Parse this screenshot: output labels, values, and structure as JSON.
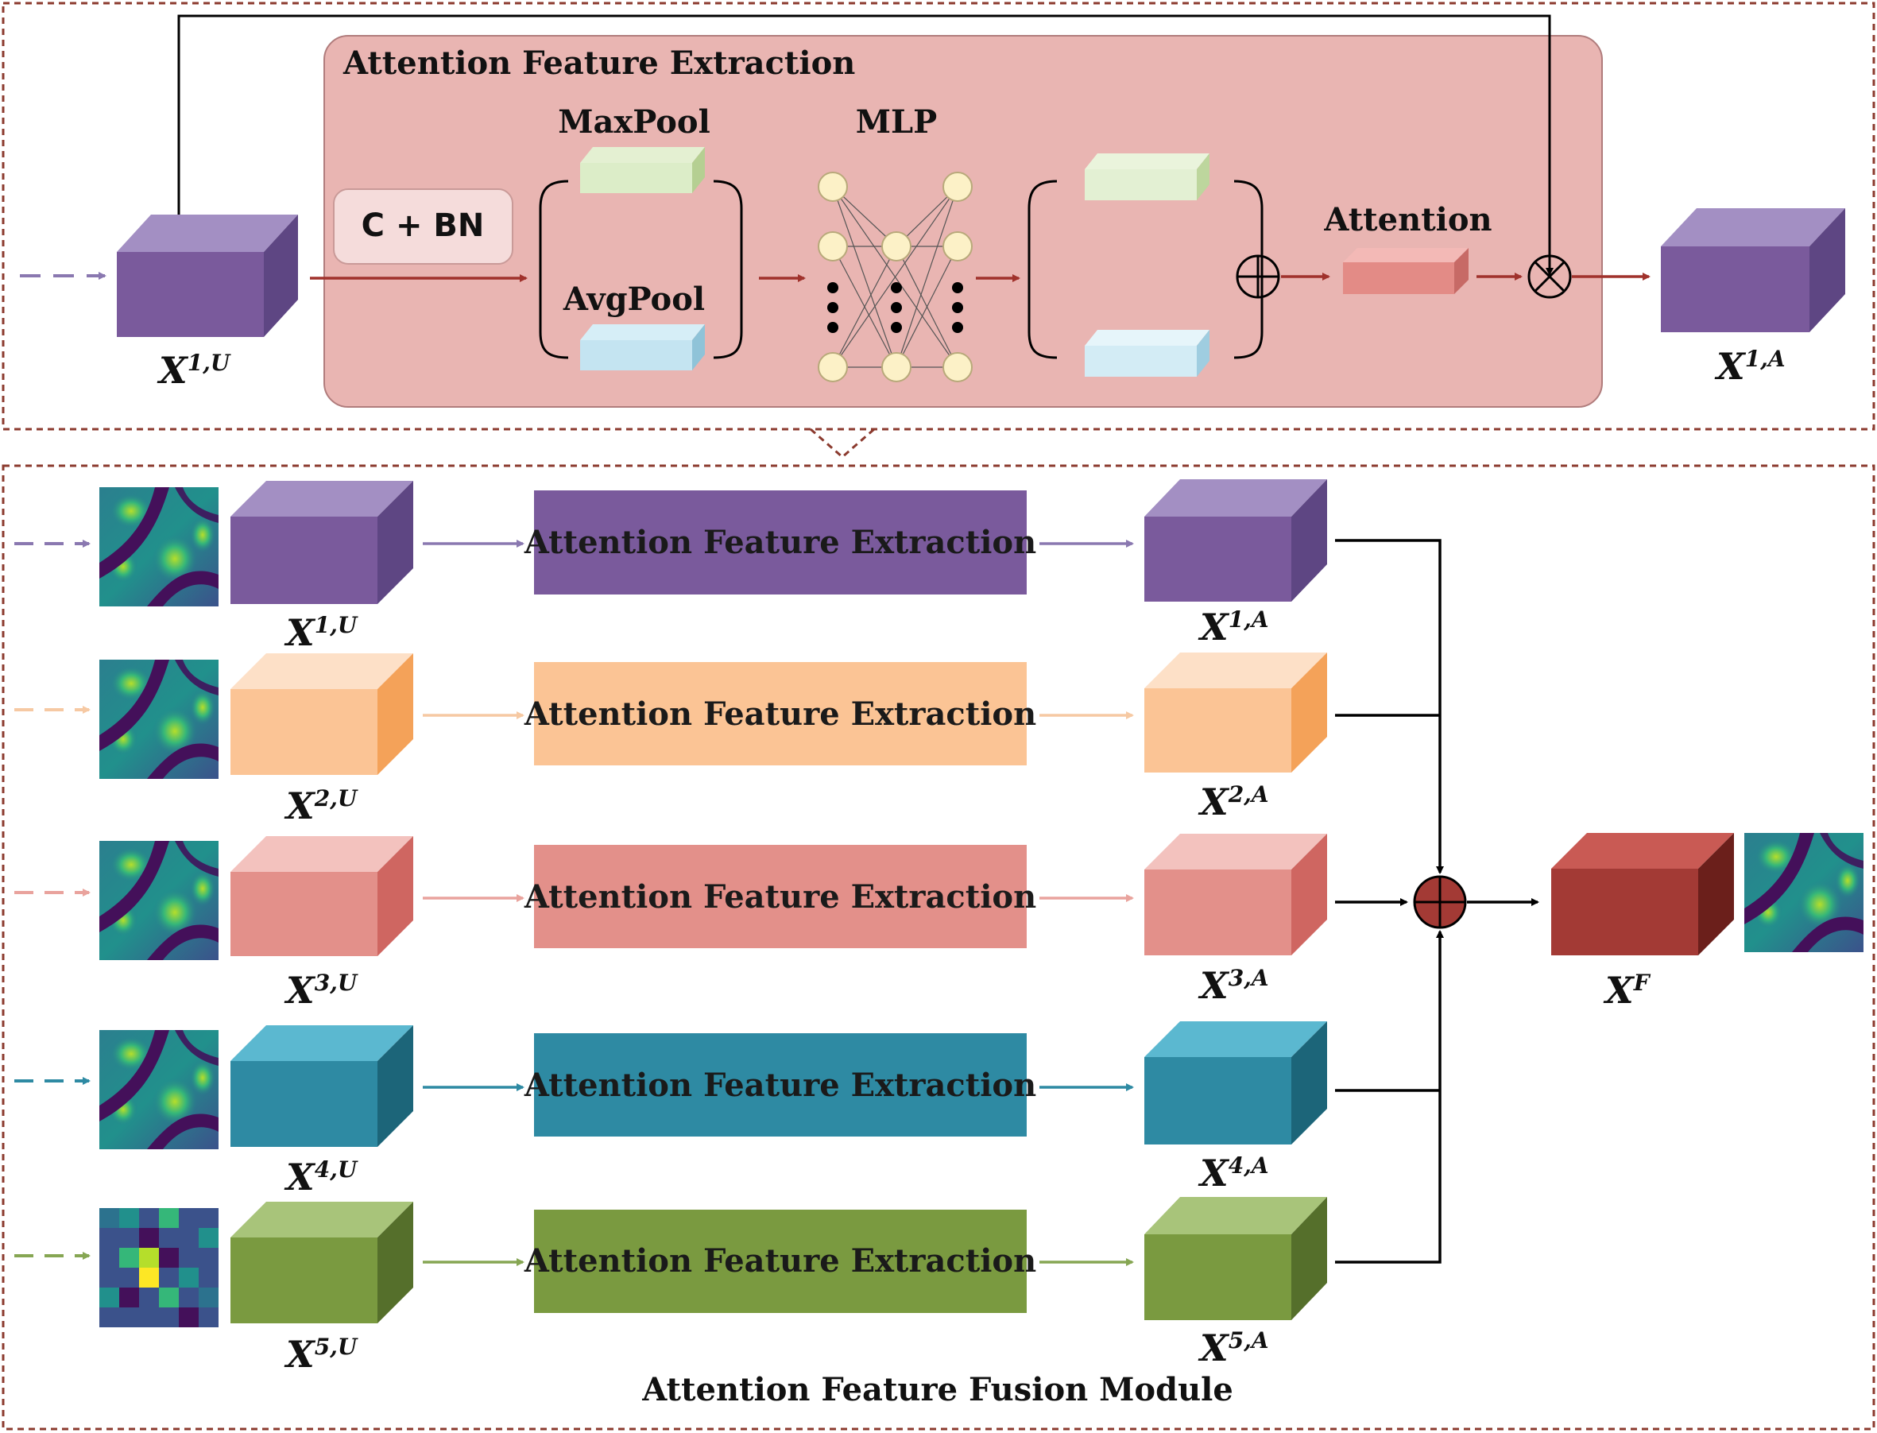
{
  "top_panel": {
    "title": "Attention Feature Extraction",
    "cbn_label": "C + BN",
    "maxpool_label": "MaxPool",
    "avgpool_label": "AvgPool",
    "mlp_label": "MLP",
    "attention_label": "Attention",
    "input_var": "X",
    "input_sup": "1,U",
    "output_var": "X",
    "output_sup": "1,A"
  },
  "rows": [
    {
      "block_label": "Attention Feature Extraction",
      "in_var": "X",
      "in_sup": "1,U",
      "out_var": "X",
      "out_sup": "1,A",
      "color": "#7a5a9c"
    },
    {
      "block_label": "Attention Feature Extraction",
      "in_var": "X",
      "in_sup": "2,U",
      "out_var": "X",
      "out_sup": "2,A",
      "color": "#fbc495"
    },
    {
      "block_label": "Attention Feature Extraction",
      "in_var": "X",
      "in_sup": "3,U",
      "out_var": "X",
      "out_sup": "3,A",
      "color": "#e3908a"
    },
    {
      "block_label": "Attention Feature Extraction",
      "in_var": "X",
      "in_sup": "4,U",
      "out_var": "X",
      "out_sup": "4,A",
      "color": "#2e8aa3"
    },
    {
      "block_label": "Attention Feature Extraction",
      "in_var": "X",
      "in_sup": "5,U",
      "out_var": "X",
      "out_sup": "5,A",
      "color": "#7a9a40"
    }
  ],
  "fusion": {
    "output_var": "X",
    "output_sup": "F",
    "module_label": "Attention Feature Fusion Module",
    "color": "#a33a35"
  }
}
